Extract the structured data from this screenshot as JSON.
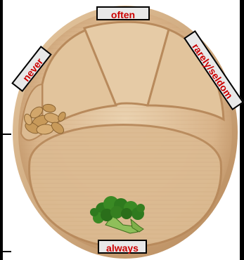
{
  "labels": {
    "top": "often",
    "left": "never",
    "right": "rarely/seldom",
    "bottom": "always"
  },
  "colors": {
    "label_text": "#cc0000",
    "label_background": "#e8e8e8",
    "label_border": "#000000",
    "plate_base": "#d9b48a",
    "plate_edge": "#b88a5c",
    "food_broccoli": "#2e7a1e",
    "food_peanut": "#c89a5a"
  },
  "icons": {
    "left_food": "peanuts-icon",
    "bottom_food": "broccoli-icon"
  }
}
